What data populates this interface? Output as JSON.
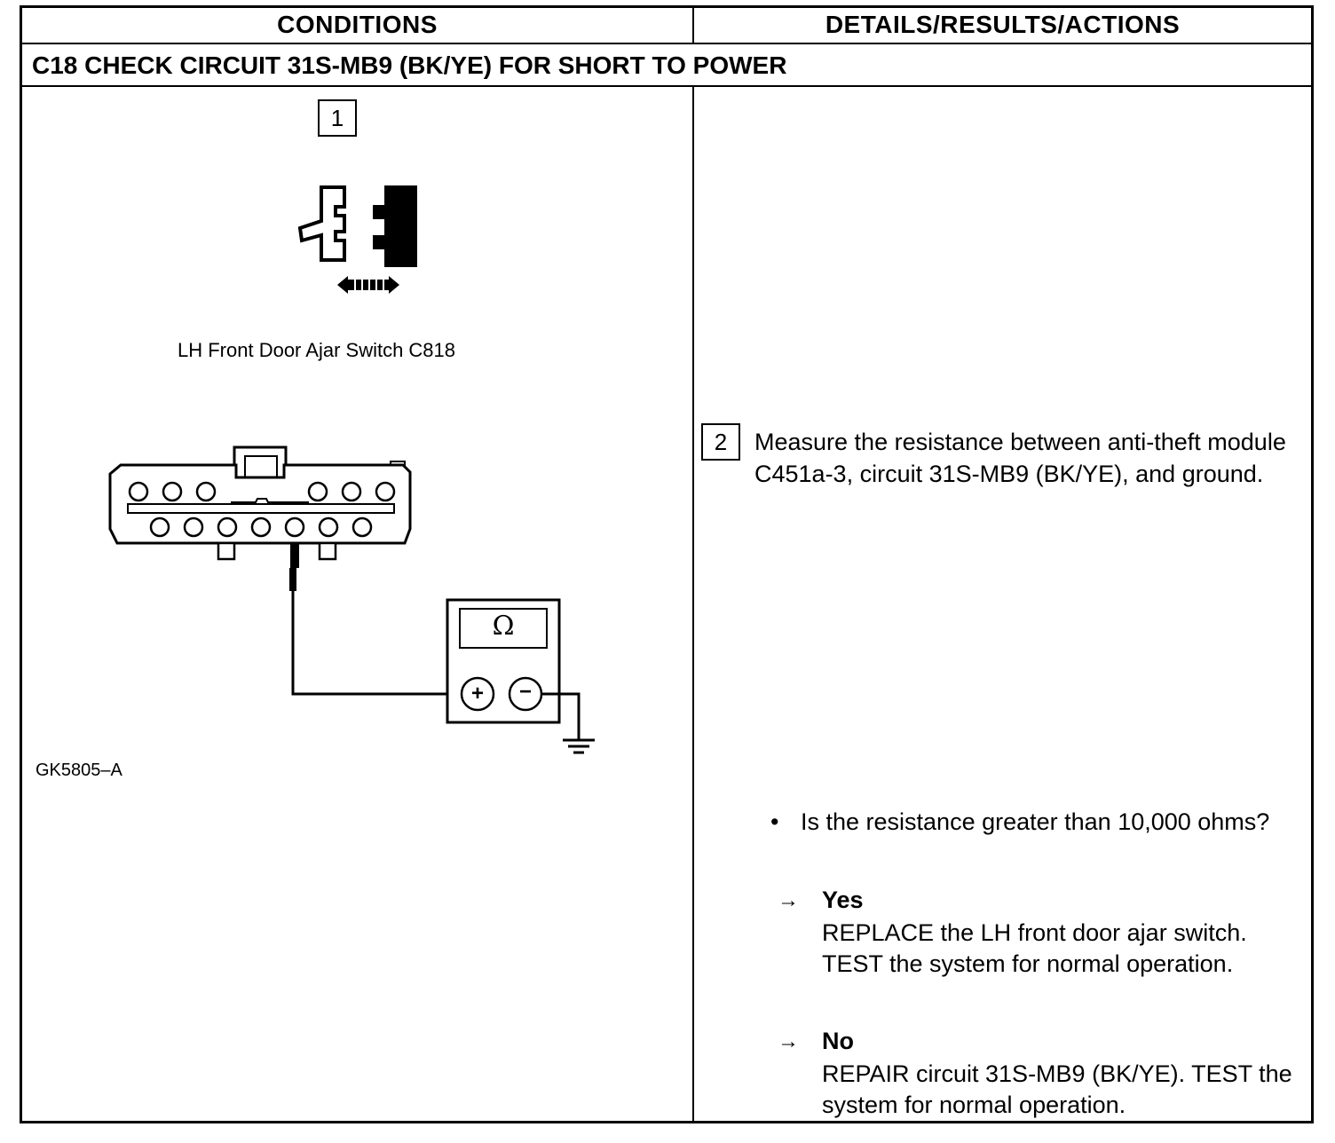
{
  "table": {
    "col_conditions": "CONDITIONS",
    "col_details": "DETAILS/RESULTS/ACTIONS",
    "step_title": "C18 CHECK CIRCUIT 31S-MB9 (BK/YE) FOR SHORT TO POWER"
  },
  "conditions": {
    "step1_number": "1",
    "switch_caption": "LH Front Door Ajar Switch C818",
    "meter_symbol": "Ω",
    "meter_plus": "+",
    "meter_minus": "−",
    "figure_id": "GK5805–A"
  },
  "details": {
    "step2_number": "2",
    "step2_text": "Measure the resistance between anti-theft module C451a-3, circuit 31S-MB9 (BK/YE), and ground.",
    "question_bullet": "•",
    "question": "Is the resistance greater than 10,000 ohms?",
    "answers": [
      {
        "arrow": "→",
        "label": "Yes",
        "text": "REPLACE the LH front door ajar switch. TEST the system for normal operation."
      },
      {
        "arrow": "→",
        "label": "No",
        "text": "REPAIR circuit 31S-MB9 (BK/YE). TEST the system for normal operation."
      }
    ]
  }
}
